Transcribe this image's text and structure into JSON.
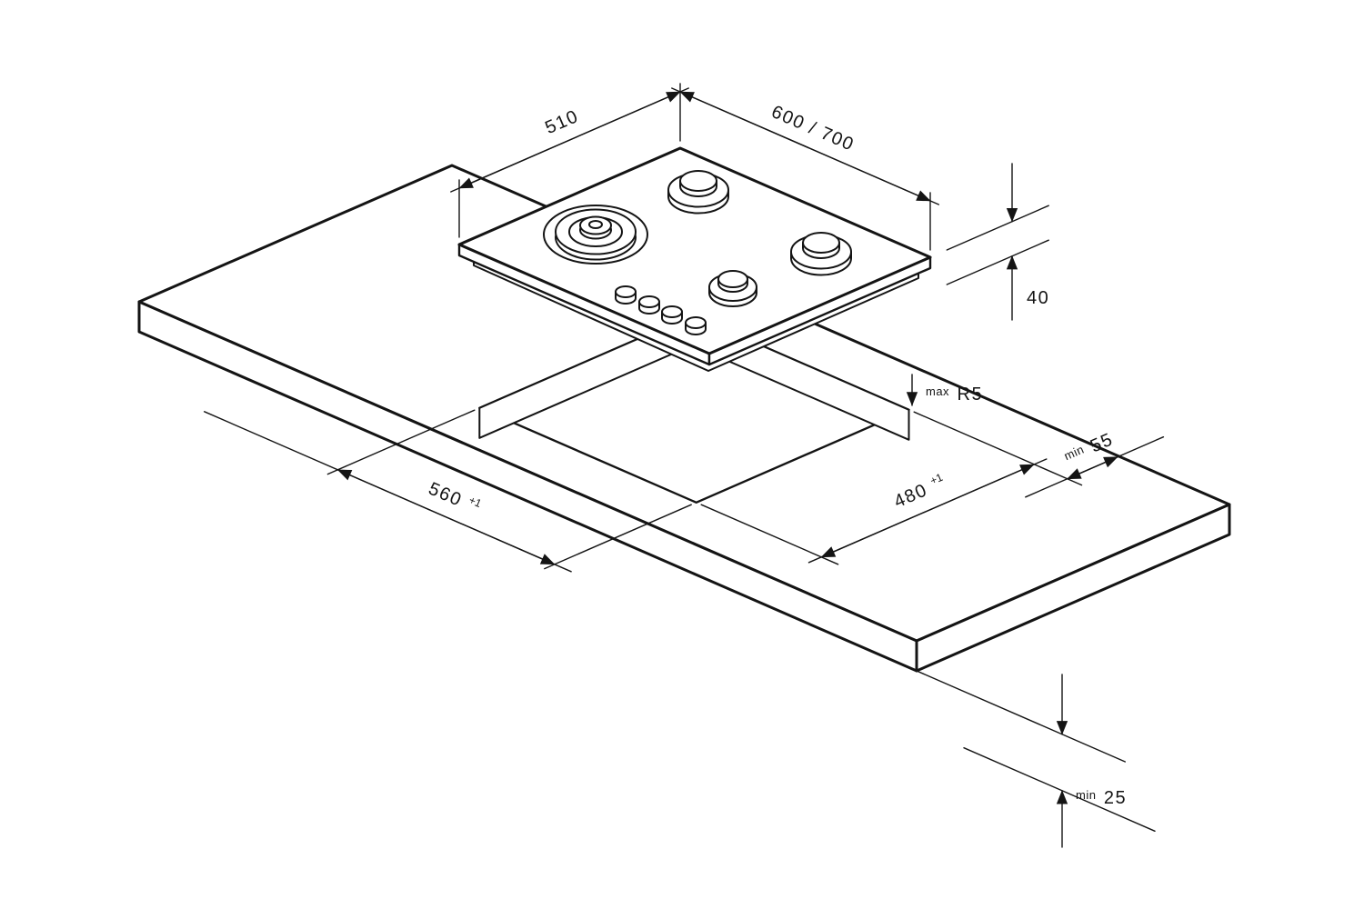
{
  "diagram": {
    "dims": {
      "depth": "510",
      "width": "600 / 700",
      "height": "40",
      "corner_radius": {
        "prefix": "max",
        "value": "R5"
      },
      "rear_clearance": {
        "prefix": "min",
        "value": "55"
      },
      "cutout_width": {
        "value": "560",
        "tolerance": "+1"
      },
      "cutout_depth": {
        "value": "480",
        "tolerance": "+1"
      },
      "bottom_clearance": {
        "prefix": "min",
        "value": "25"
      }
    }
  }
}
